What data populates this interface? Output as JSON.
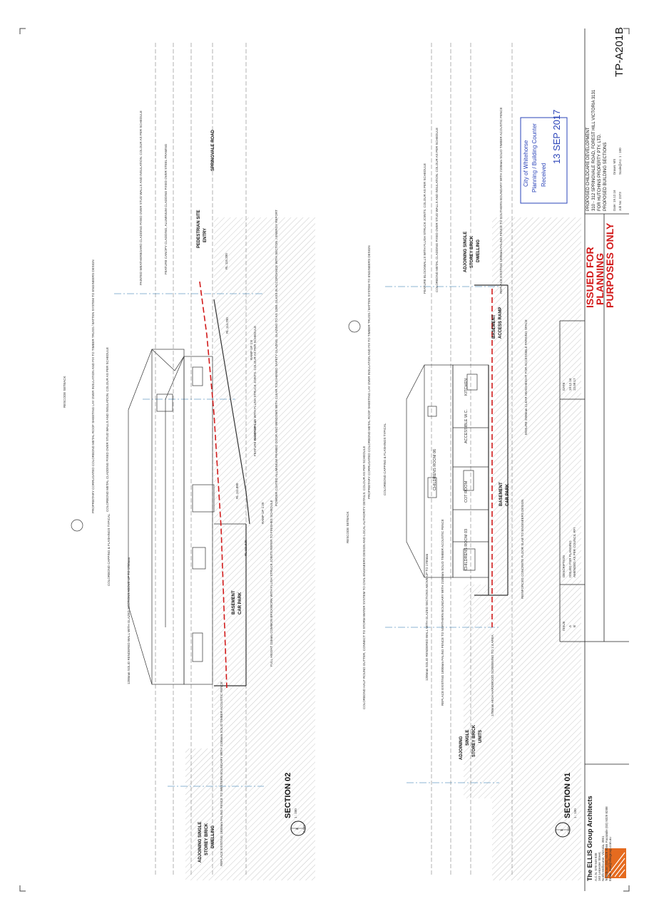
{
  "sheet": {
    "drawing_number": "TP-A201",
    "revision": "B"
  },
  "firm": {
    "name": "The ELLIS Group Architects",
    "line1": "A.C.N. 078 949 838",
    "line2": "163 Leicester Street,",
    "line3": "North Melbourne, Victoria, 3051",
    "line4": "Telephone (03) 9329 8066  Facsimile (03) 9329 8288",
    "line5": "Email: mail@ellisgroup.com.au"
  },
  "project": {
    "line1": "PROPOSED CHILDCARE DEVELOPMENT",
    "line2": "310 - 312 SPRINGVALE ROAD, FOREST HILL VICTORIA 3131",
    "line3": "FOR HUTCHINS PROPERTY PTY. LTD.",
    "line4": "PROPOSED BUILDING SECTIONS",
    "date": "Date: 19.12.16",
    "drawn": "Drawn: MS",
    "job": "Job No: 2373",
    "scale": "Scale@A1: 1 : 100"
  },
  "stamp": {
    "line1": "City of Whitehorse",
    "line2": "Planning / Building Counter",
    "line3": "Received",
    "date": "13 SEP 2017"
  },
  "planning": {
    "line1": "ISSUED FOR",
    "line2": "PLANNING",
    "line3": "PURPOSES ONLY"
  },
  "revisions": {
    "issue_header": "ISSUE",
    "desc_header": "DESCRIPTION",
    "date_header": "DATE",
    "row1_issue": "A",
    "row1_desc": "ISSUED FOR PLANNING",
    "row2_issue": "B",
    "row2_desc": "AMENDED AS PER COUNCIL RFI",
    "row1_date": "19.12.16",
    "row2_date": "12.09.17"
  },
  "section02": {
    "title": "SECTION 02",
    "ref_num": "2",
    "ref_sheet": "A102",
    "scale": "1 : 100",
    "springvale": "SPRINGVALE ROAD",
    "ped_line1": "PEDESTRIAN SITE",
    "ped_line2": "ENTRY",
    "basement_line1": "BASEMENT",
    "basement_line2": "CAR PARK",
    "adj_line1": "ADJOINING SINGLE",
    "adj_line2": "STOREY BRICK",
    "adj_line3": "DWELLING",
    "rl1": "RL 115.200",
    "rl2": "RL 114.700",
    "rl3": "RL 111.880",
    "rl4": "RL 111.520",
    "rescode": "RESCODE SETBACK",
    "title_line": "TITLE BOUNDARY",
    "note1": "PAINTED WEATHERBOARD CLADDING FIXED OVER STUD WALLS AND INSULATION. COLOUR AS PER SCHEDULE",
    "note2": "FEATURE CANOPY CLADDING, ALUMINIUM CLADDING FIXED OVER STEEL FRAMING",
    "note3": "PROPRIETARY CORRUGATED COLORBOND METAL ROOF SHEETING LAY OVER INSULATION AND FIX TO TIMBER TRUSS / BATTEN SYSTEM TO ENGINEERS DESIGN",
    "note4": "COLORBOND METAL CLADDING FIXED OVER STUD WALLS AND INSULATION. COLOUR AS PER SCHEDULE",
    "note5": "COLORBOND CAPPING & FLASHINGS TYPICAL",
    "note6": "1200mm SOLID RENDERED WALL WITH GLAZED SECTIONS ABOVE UP TO 1700mm",
    "note7": "FULL HEIGHT 110mm COMMON BRICKWORK WITH FLUSH STRUCK JOINTS REFER TO FINISHES SCHEDULE",
    "note8": "FEATURE BLOCKWALLS WITH FLUSH STRUCK JOINTS. COLOUR AS PER SCHEDULE",
    "note9": "POWDER COATED ALUMINIUM FRAMED DOOR AND WINDOWS WITH CLEAR TOUGHENED SAFETY GLAZING. GLAZING TO AS 1288. GLASS IN ACCORDANCE WITH SECTION J ENERGY REPORT",
    "note10": "REPLACE EXISTING 1800mm PALING FENCE TO WESTERN BOUNDARY WITH 2100mm SOLID TIMBER ACOUSTIC FENCE",
    "ramp1": "RAMP UP 1:8",
    "ramp2": "RAMP UP 1:4",
    "ramp3": "RAMP UP 1:20"
  },
  "section01": {
    "title": "SECTION 01",
    "ref_num": "1",
    "ref_sheet": "A102",
    "scale": "1 : 100",
    "ramp_line1": "BASEMENT",
    "ramp_line2": "ACCESS RAMP",
    "carpark_line1": "BASEMENT",
    "carpark_line2": "CAR PARK",
    "kitchen": "KITCHEN",
    "accessible_wc": "ACCESSIBLE W.C.",
    "childrens6": "CHILDRENS ROOM 06",
    "cot": "COT ROOM",
    "childrens3": "CHILDRENS ROOM 03",
    "adjs_line1": "ADJOINING SINGLE",
    "adjs_line2": "STOREY BRICK",
    "adjs_line3": "DWELLING",
    "adju_line1": "ADJOINING",
    "adju_line2": "SINGLE",
    "adju_line3": "STOREY BRICK",
    "adju_line4": "UNITS",
    "rescode": "RESCODE SETBACK",
    "note1": "FEATURE BLOCKWALLS WITH FLUSH STRUCK JOINTS. COLOUR AS PER SCHEDULE",
    "note2": "COLORBOND METAL CLADDING FIXED OVER STUD WALLS AND INSULATION. COLOUR AS PER SCHEDULE",
    "note3": "PROPRIETARY CORRUGATED COLORBOND METAL ROOF SHEETING LAY OVER INSULATION AND FIX TO TIMBER TRUSS / BATTEN SYSTEM TO ENGINEERS DESIGN",
    "note4": "COLORBOND CAPPING & FLASHINGS TYPICAL",
    "note5": "REPLACE EXISTING 1800mm PALING FENCE TO SOUTHERN BOUNDARY WITH 2100mm SOLID TIMBER ACOUSTIC FENCE",
    "note6": "ENSURE 2500mm CLEAR HEADHEIGHT FOR ACCESSIBLE PARKING SPACE",
    "note7": "REINFORCED CONCRETE FLOOR SLAB TO ENGINEERS DESIGN",
    "note8": "COLORBOND HALF ROUND GUTTER, CONNECT TO STORM WATER SYSTEM TO CIVIL ENGINEERS DESIGN AND LOCAL AUTHORITY DETAILS. COLOUR AS PER SCHEDULE",
    "note9": "1200mm SOLID RENDERED WALL WITH GLAZED SECTIONS ABOVE UP TO 1700mm",
    "note10": "REPLACE EXISTING 1800mm PALING FENCE TO NORTHERN BOUNDARY WITH 2100mm SOLID TIMBER ACOUSTIC FENCE",
    "note11": "1700mm HIGH HARDWOOD SCREENING TO 1:4 AREA"
  },
  "colors": {
    "ground_line": "#d21b1b",
    "stamp": "#2a43b8",
    "planning": "#d21b1b",
    "logo": "#e56b1f"
  }
}
